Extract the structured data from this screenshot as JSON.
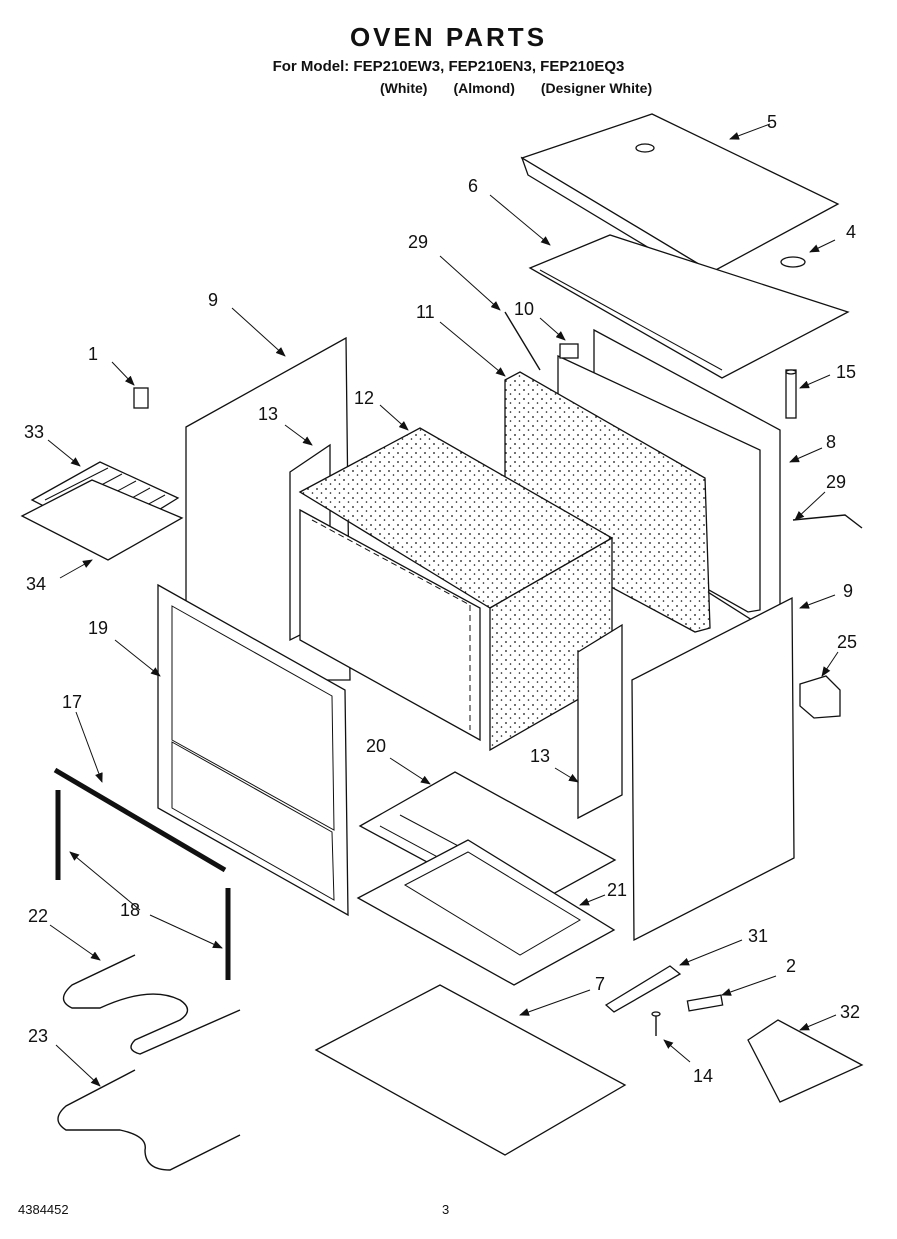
{
  "header": {
    "title": "OVEN PARTS",
    "models": "For Model: FEP210EW3, FEP210EN3, FEP210EQ3",
    "colors": [
      "(White)",
      "(Almond)",
      "(Designer White)"
    ]
  },
  "footer": {
    "doc_number": "4384452",
    "page_number": "3"
  },
  "callouts": [
    "1",
    "2",
    "4",
    "5",
    "6",
    "7",
    "8",
    "9",
    "9",
    "10",
    "11",
    "12",
    "13",
    "13",
    "14",
    "15",
    "17",
    "18",
    "19",
    "20",
    "21",
    "22",
    "23",
    "25",
    "29",
    "29",
    "31",
    "32",
    "33",
    "34"
  ]
}
